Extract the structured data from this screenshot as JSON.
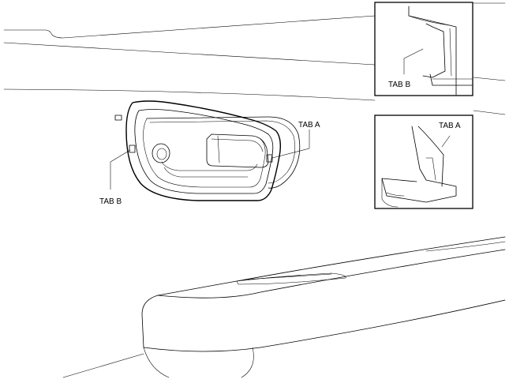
{
  "callouts": {
    "main_tab_a": "TAB A",
    "main_tab_b": "TAB B",
    "inset_top_tab": "TAB B",
    "inset_bottom_tab": "TAB A"
  },
  "colors": {
    "line": "#000000",
    "background": "#ffffff"
  }
}
